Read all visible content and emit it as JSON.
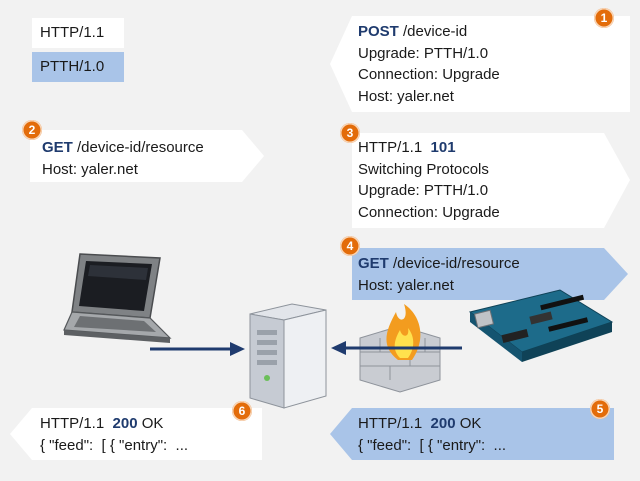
{
  "legend": {
    "http": "HTTP/1.1",
    "ptth": "PTTH/1.0"
  },
  "messages": [
    {
      "id": "1",
      "lines": [
        {
          "bold": "POST",
          "text": " /device-id"
        },
        {
          "bold": "",
          "text": "Upgrade:  PTTH/1.0"
        },
        {
          "bold": "",
          "text": "Connection: Upgrade"
        },
        {
          "bold": "",
          "text": "Host: yaler.net"
        }
      ]
    },
    {
      "id": "2",
      "lines": [
        {
          "bold": "GET",
          "text": " /device-id/resource"
        },
        {
          "bold": "",
          "text": "Host: yaler.net"
        }
      ]
    },
    {
      "id": "3",
      "lines": [
        {
          "pre": "HTTP/1.1  ",
          "bold": "101",
          "text": ""
        },
        {
          "bold": "",
          "text": "Switching  Protocols"
        },
        {
          "bold": "",
          "text": "Upgrade:  PTTH/1.0"
        },
        {
          "bold": "",
          "text": "Connection: Upgrade"
        }
      ]
    },
    {
      "id": "4",
      "lines": [
        {
          "bold": "GET",
          "text": " /device-id/resource"
        },
        {
          "bold": "",
          "text": "Host: yaler.net"
        }
      ]
    },
    {
      "id": "5",
      "lines": [
        {
          "pre": "HTTP/1.1  ",
          "bold": "200",
          "text": " OK"
        },
        {
          "bold": "",
          "text": "{ \"feed\":  [ { \"entry\":  ..."
        }
      ]
    },
    {
      "id": "6",
      "lines": [
        {
          "pre": "HTTP/1.1  ",
          "bold": "200",
          "text": " OK"
        },
        {
          "bold": "",
          "text": "{ \"feed\":  [ { \"entry\":  ..."
        }
      ]
    }
  ],
  "colors": {
    "http_box": "#ffffff",
    "ptth_box": "#a9c4e8",
    "badge": "#e36c0a",
    "arrow": "#1f3b6e"
  },
  "icons": [
    "laptop-icon",
    "server-icon",
    "firewall-icon",
    "arduino-board-icon"
  ]
}
